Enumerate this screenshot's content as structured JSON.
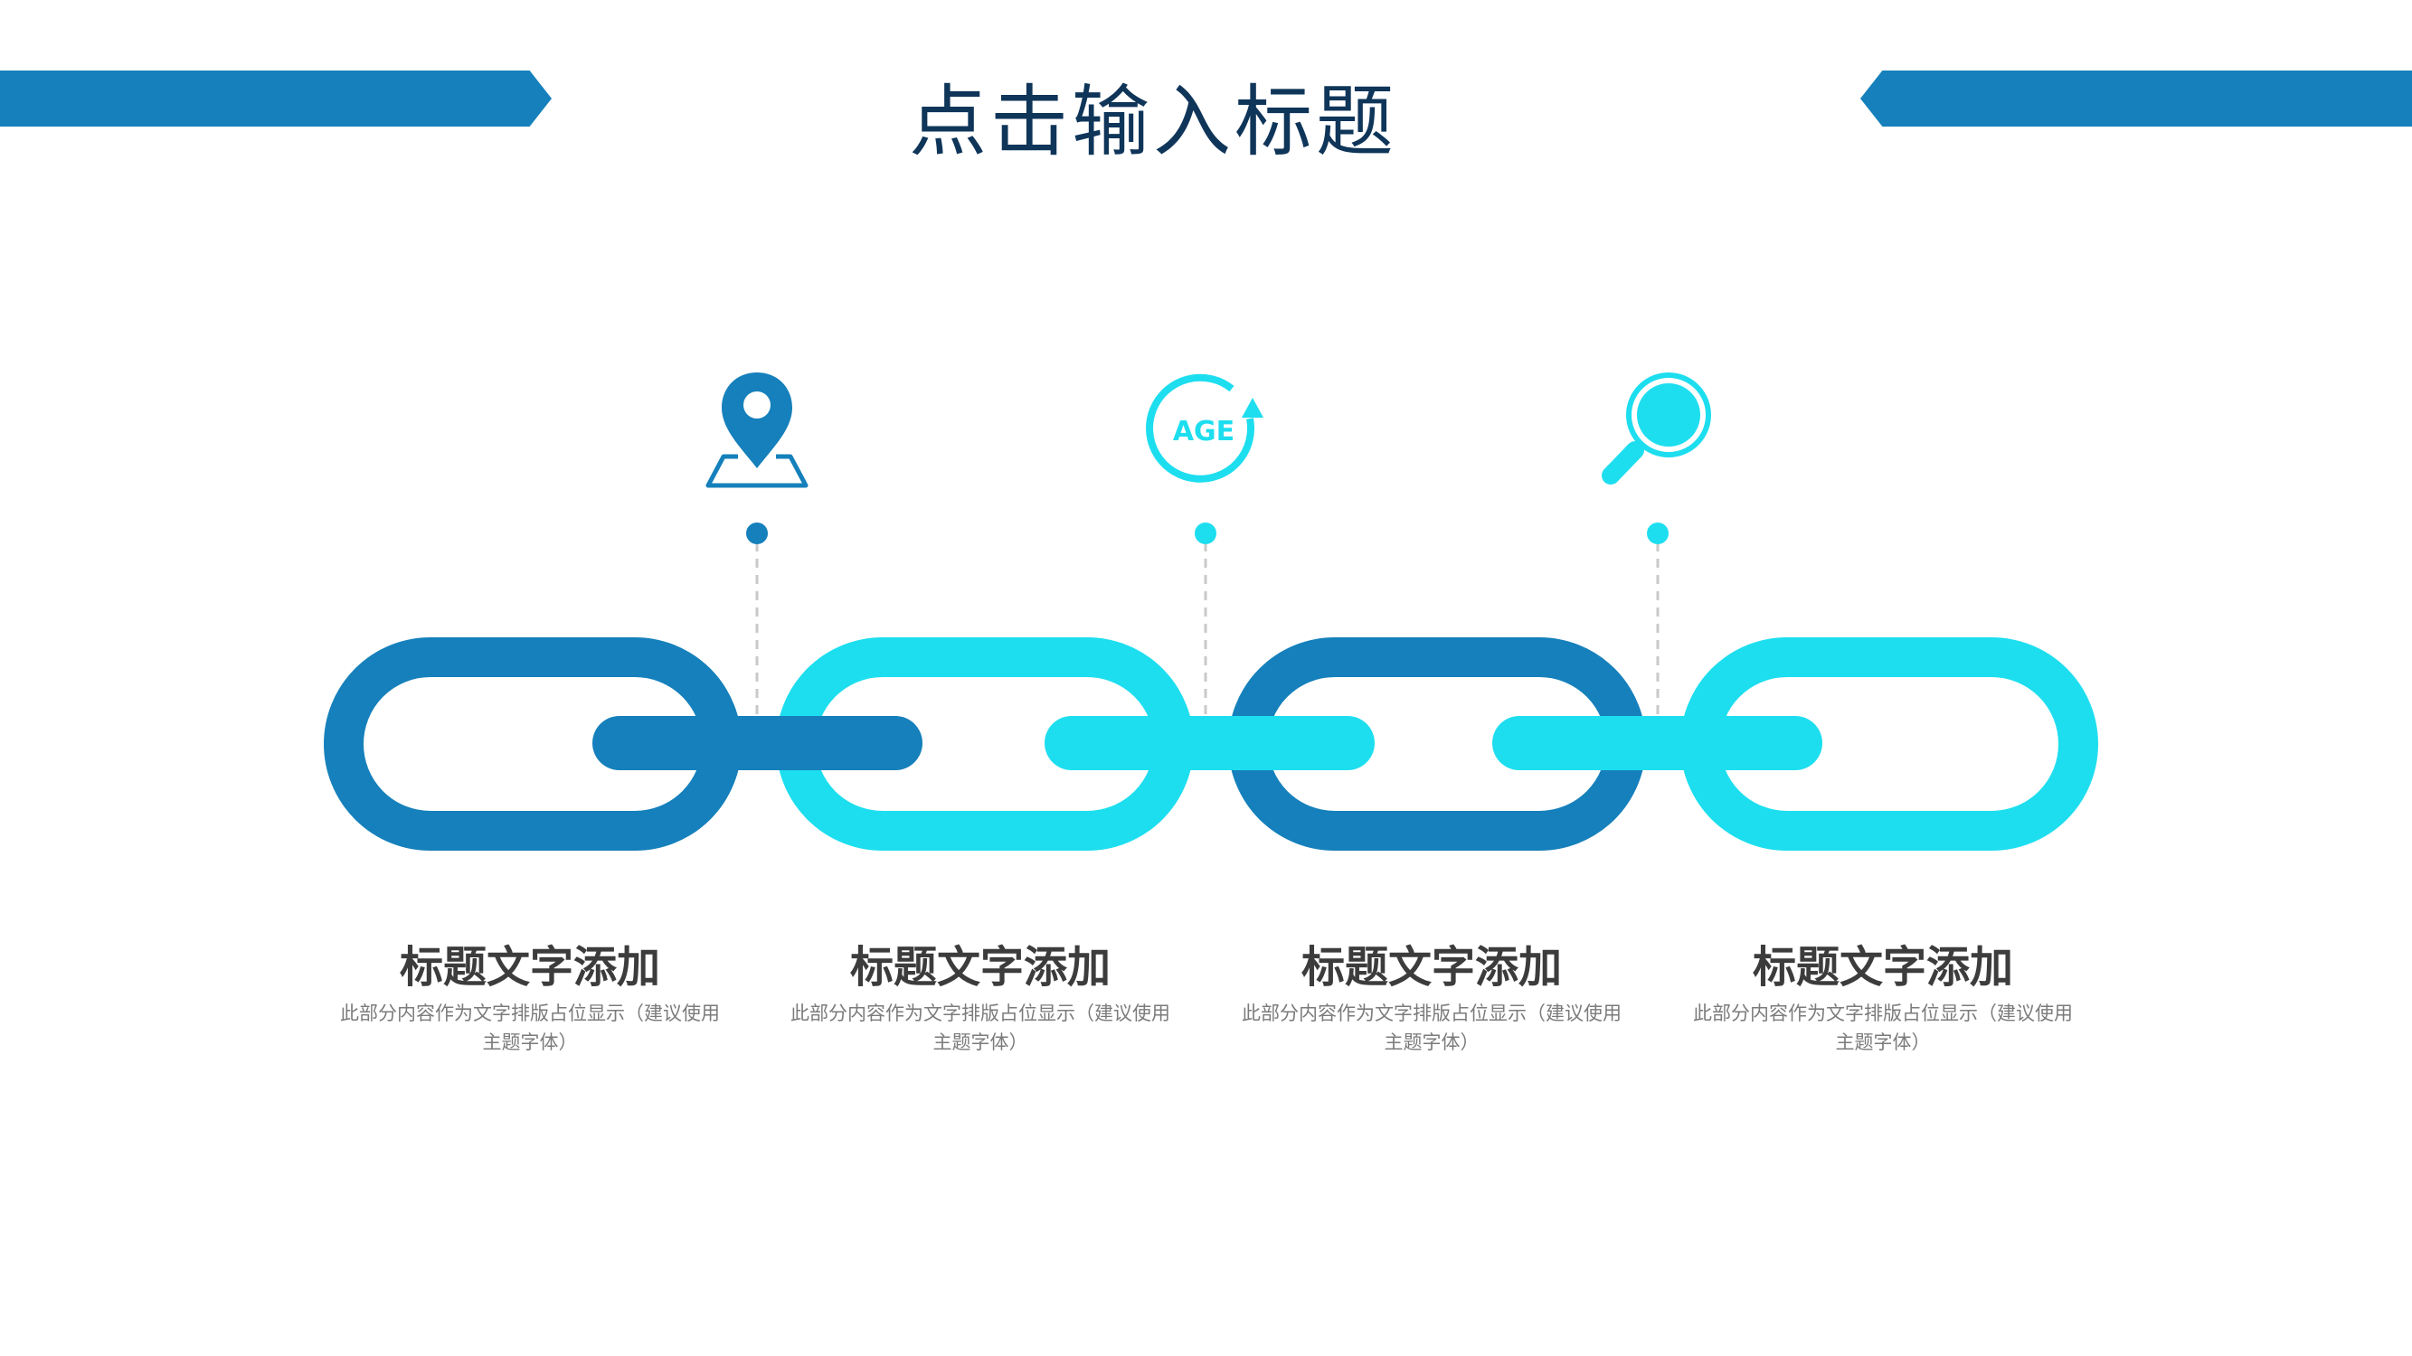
{
  "title": "点击输入标题",
  "colors": {
    "dark_blue": "#1580bb",
    "cyan": "#1ddeef",
    "title_text": "#0f3559",
    "item_title_text": "#3c3c3c",
    "desc_text": "#7b7b7b",
    "connector_line": "#c9c9c9"
  },
  "items": [
    {
      "icon": "map-pin-icon",
      "title": "标题文字添加",
      "desc_line1": "此部分内容作为文字排版占位显示（建议使用",
      "desc_line2": "主题字体）"
    },
    {
      "icon": "age-cycle-icon",
      "icon_text": "AGE",
      "title": "标题文字添加",
      "desc_line1": "此部分内容作为文字排版占位显示（建议使用",
      "desc_line2": "主题字体）"
    },
    {
      "icon": "magnifier-icon",
      "title": "标题文字添加",
      "desc_line1": "此部分内容作为文字排版占位显示（建议使用",
      "desc_line2": "主题字体）"
    },
    {
      "title": "标题文字添加",
      "desc_line1": "此部分内容作为文字排版占位显示（建议使用",
      "desc_line2": "主题字体）"
    }
  ]
}
